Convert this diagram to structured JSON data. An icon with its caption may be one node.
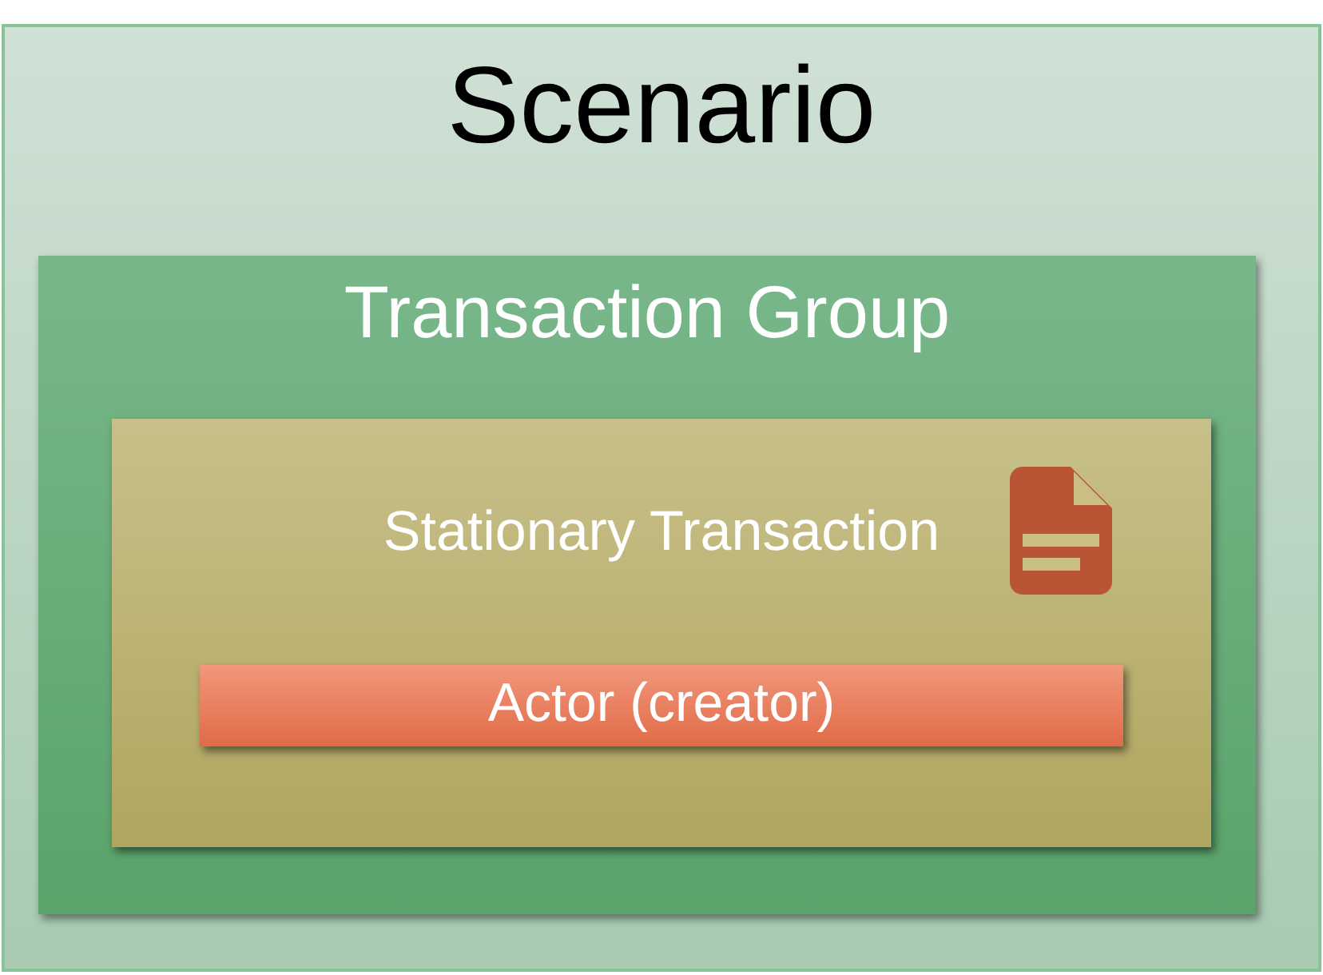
{
  "diagram": {
    "nodes": [
      {
        "text": [
          "Scenario"
        ]
      },
      {
        "text": [
          "Transaction Group"
        ],
        "in": 0
      },
      {
        "text": [
          "Stationary Transaction"
        ],
        "in": 1
      },
      {
        "text": [
          "Actor (creator)"
        ],
        "in": 2
      }
    ]
  }
}
